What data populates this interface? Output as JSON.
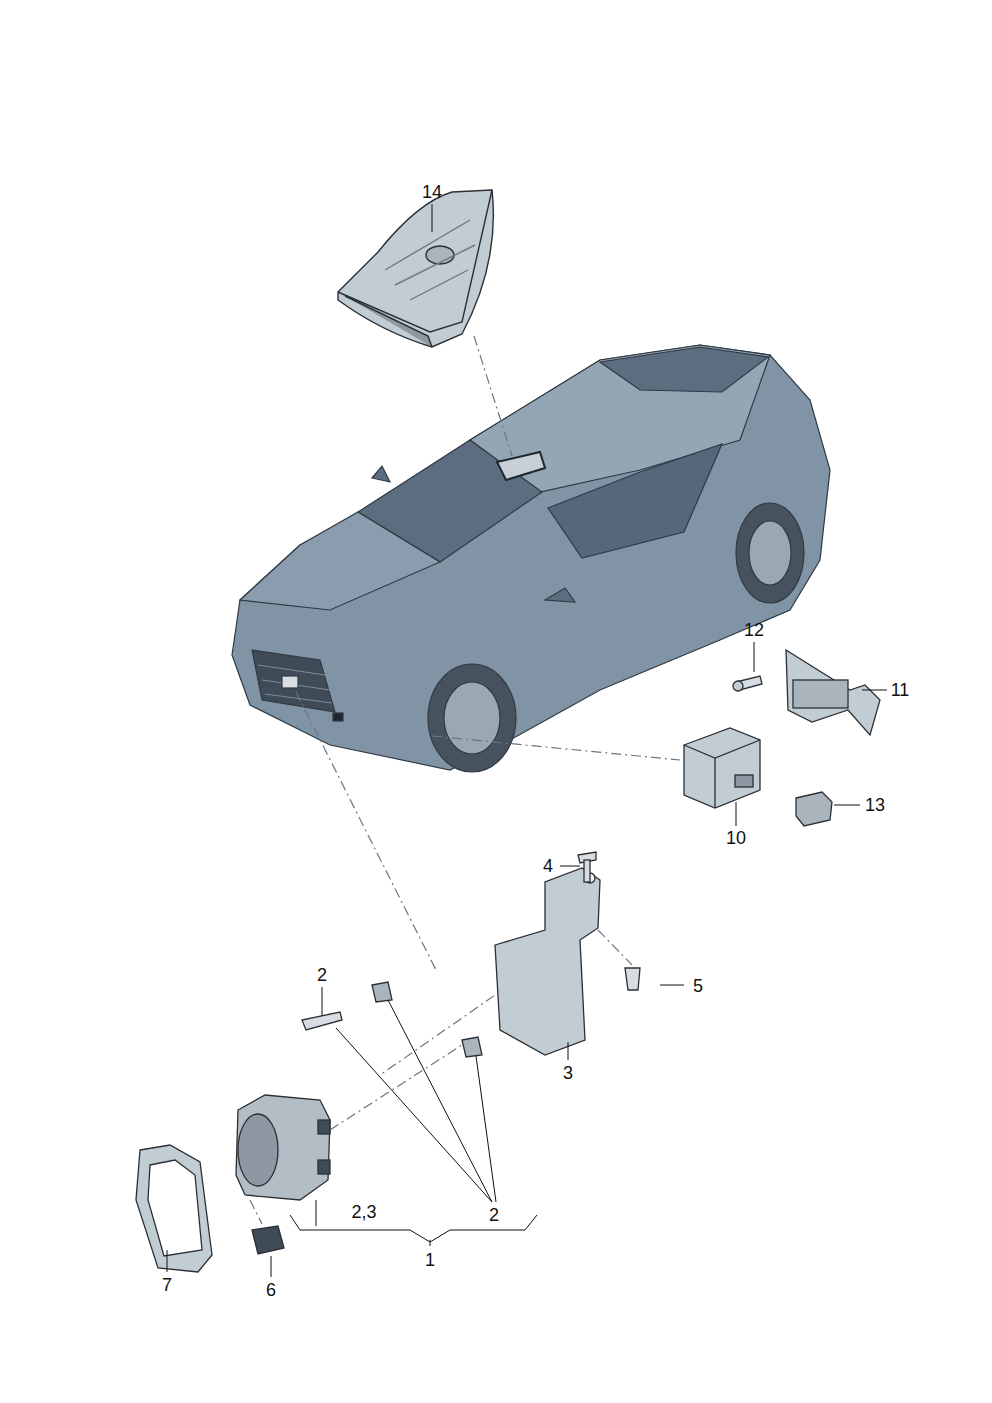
{
  "diagram": {
    "labels": [
      "14",
      "12",
      "11",
      "10",
      "13",
      "4",
      "2",
      "5",
      "3",
      "2,3",
      "2",
      "1",
      "7",
      "6"
    ]
  }
}
